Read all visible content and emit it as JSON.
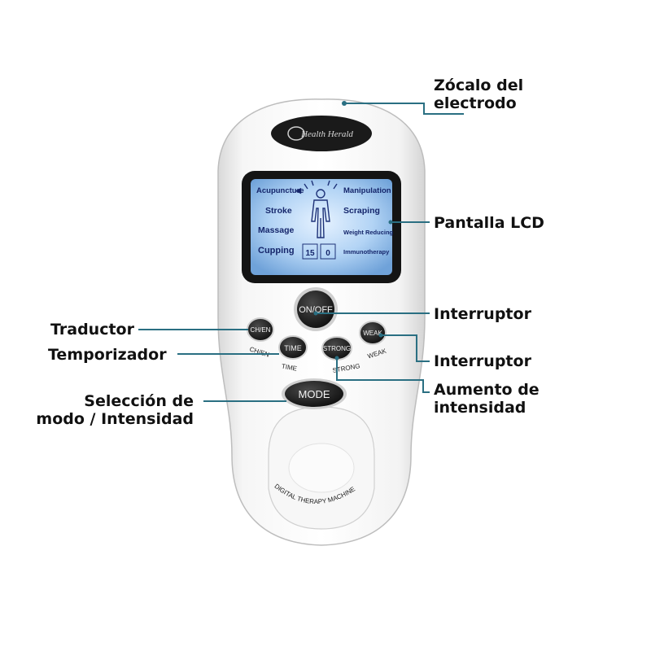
{
  "brand": "Health Herald",
  "lcd": {
    "left_modes": [
      "Acupuncture",
      "Stroke",
      "Massage",
      "Cupping"
    ],
    "right_modes": [
      "Manipulation",
      "Scraping",
      "Weight Reducing",
      "Immunotherapy"
    ],
    "digits": [
      "15",
      "0"
    ]
  },
  "buttons": {
    "on_off": "ON/OFF",
    "ch": "CH/EN",
    "ch_sub": "CH/EN",
    "time": "TIME",
    "time_sub": "TIME",
    "strong": "STRONG",
    "strong_sub": "STRONG",
    "weak": "WEAK",
    "weak_sub": "WEAK",
    "mode": "MODE"
  },
  "device_caption": "DIGITAL THERAPY MACHINE",
  "callouts": {
    "electrode_socket": [
      "Zócalo del",
      "electrodo"
    ],
    "lcd_screen": "Pantalla LCD",
    "power_switch": "Interruptor",
    "translator": "Traductor",
    "timer": "Temporizador",
    "weak_switch": "Interruptor",
    "intensity_increase": [
      "Aumento de",
      "intensidad"
    ],
    "mode_select": [
      "Selección de",
      "modo / Intensidad"
    ]
  },
  "colors": {
    "leader_line": "#2a6f82",
    "lcd_backlight": "#7fb3e6",
    "lcd_text": "#15266b",
    "button_dark": "#1c1c1c"
  }
}
